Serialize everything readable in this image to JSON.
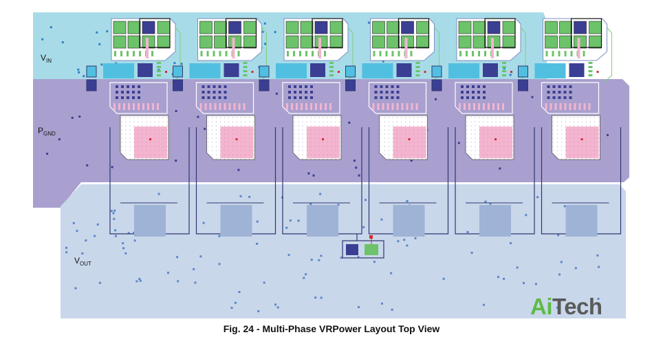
{
  "labels": {
    "vin": {
      "main": "V",
      "sub": "IN"
    },
    "pgnd": {
      "main": "P",
      "sub": "GND"
    },
    "vout": {
      "main": "V",
      "sub": "OUT"
    }
  },
  "caption": "Fig. 24 - Multi-Phase VRPower Layout Top View",
  "logo": {
    "part1": "Ai",
    "part2": "Tech"
  },
  "phase_count": 6,
  "colors": {
    "vin_plane": "#a8dbe8",
    "pgnd_plane": "#a9a0cf",
    "vout_plane": "#c9d7ea",
    "pad_green": "#6cc36a",
    "pad_navy": "#3b3f93",
    "pad_cyan": "#51bfe0",
    "pink": "#f3b4cf",
    "trace": "#2e3670"
  }
}
